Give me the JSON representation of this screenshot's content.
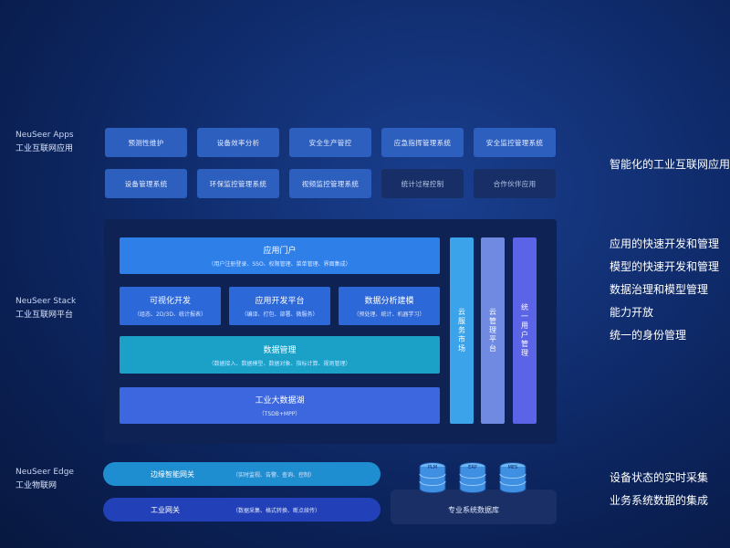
{
  "layers": {
    "apps": {
      "en": "NeuSeer Apps",
      "zh": "工业互联网应用"
    },
    "stack": {
      "en": "NeuSeer Stack",
      "zh": "工业互联网平台"
    },
    "edge": {
      "en": "NeuSeer Edge",
      "zh": "工业物联网"
    }
  },
  "apps": {
    "row1": [
      "预测性维护",
      "设备效率分析",
      "安全生产管控",
      "应急指挥管理系统",
      "安全监控管理系统"
    ],
    "row2": [
      "设备管理系统",
      "环保监控管理系统",
      "视频监控管理系统",
      "统计过程控制",
      "合作伙伴应用"
    ]
  },
  "stack": {
    "portal": {
      "title": "应用门户",
      "sub": "（用户注册登录、SSO、权限管理、菜单管理、界面集成）"
    },
    "visual": {
      "title": "可视化开发",
      "sub": "（组态、2D/3D、统计报表）"
    },
    "appdev": {
      "title": "应用开发平台",
      "sub": "（编译、打包、部署、微服务）"
    },
    "analysis": {
      "title": "数据分析建模",
      "sub": "（预处理、统计、机器学习）"
    },
    "datamgmt": {
      "title": "数据管理",
      "sub": "（数据接入、数据模型、数据对象、指标计算、规则管理）"
    },
    "bigdata": {
      "title": "工业大数据湖",
      "sub": "（TSDB+MPP）"
    },
    "market": "云服务市场",
    "cloud": "云管理平台",
    "uum": "统一用户管理"
  },
  "edge": {
    "gateway_smart": {
      "title": "边缘智能网关",
      "sub": "（实时监视、告警、查询、控制）"
    },
    "gateway": {
      "title": "工业网关",
      "sub": "（数据采集、格式转换、断点续传）"
    },
    "db_icons": [
      "PLM",
      "ERP",
      "MES"
    ],
    "db_label": "专业系统数据库"
  },
  "descriptions": {
    "apps": "智能化的工业互联网应用",
    "stack": [
      "应用的快速开发和管理",
      "模型的快速开发和管理",
      "数据治理和模型管理",
      "能力开放",
      "统一的身份管理"
    ],
    "edge": [
      "设备状态的实时采集",
      "业务系统数据的集成"
    ]
  },
  "colors": {
    "app_button": "#2d5fbf",
    "app_button_muted": "#172f66",
    "portal": "#2f7fe8",
    "middle": "#2d68d9",
    "datamgmt": "#1ba0c8",
    "bigdata": "#3c67df",
    "market": "#3aa3ea",
    "cloud": "#6f8ae0",
    "uum": "#5b63e6",
    "edge_smart": "#1f8ed0",
    "edge_gateway": "#2241b8"
  }
}
